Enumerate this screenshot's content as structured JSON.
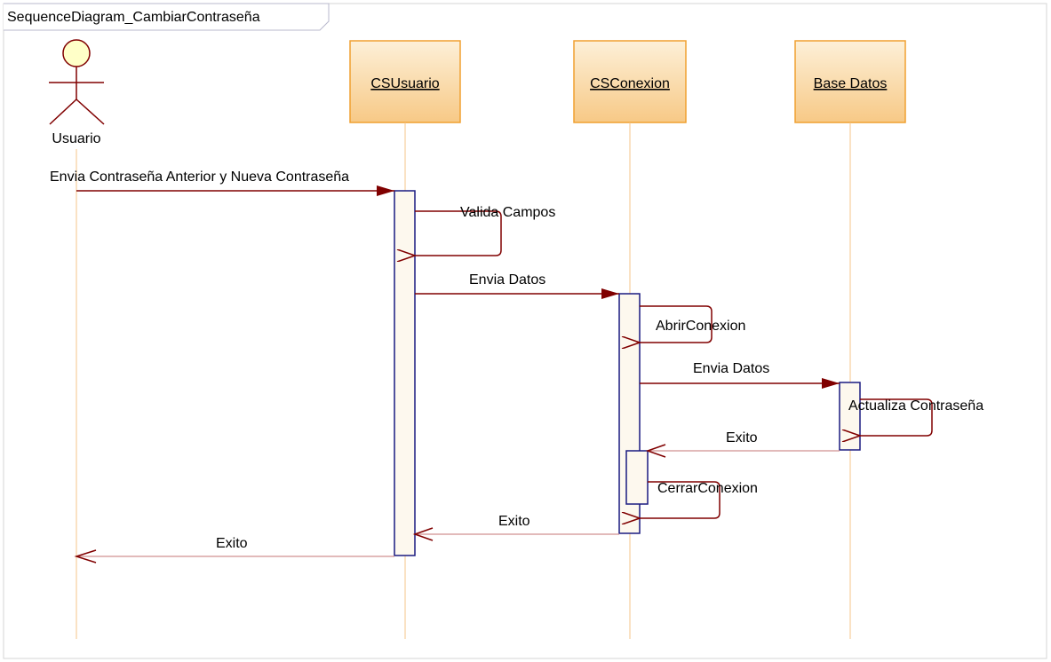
{
  "frame": {
    "title": "SequenceDiagram_CambiarContraseña"
  },
  "actor": {
    "name": "Usuario"
  },
  "participants": [
    {
      "id": "csusuario",
      "name": "CSUsuario"
    },
    {
      "id": "csconexion",
      "name": "CSConexion"
    },
    {
      "id": "basedatos",
      "name": "Base Datos"
    }
  ],
  "messages": {
    "m1": "Envia Contraseña Anterior y Nueva Contraseña",
    "m2": "Valida Campos",
    "m3": "Envia Datos",
    "m4": "AbrirConexion",
    "m5": "Envia Datos",
    "m6": "Actualiza Contraseña",
    "m7": "Exito",
    "m8": "CerrarConexion",
    "m9": "Exito",
    "m10": "Exito"
  },
  "colors": {
    "message_line": "#800000",
    "return_line": "#d09090",
    "lifeline": "#f4c48a",
    "activation_border": "#1a1a80",
    "activation_fill": "#fdf8ee",
    "participant_border": "#f0a030",
    "actor_fill": "#ffffc8",
    "actor_stroke": "#800000"
  }
}
